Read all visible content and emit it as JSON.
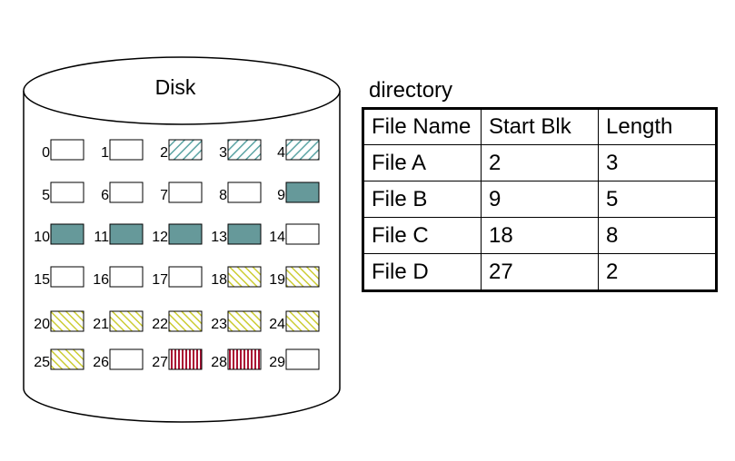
{
  "disk": {
    "label": "Disk",
    "blocks": [
      {
        "n": "0",
        "fill": "empty"
      },
      {
        "n": "1",
        "fill": "empty"
      },
      {
        "n": "2",
        "fill": "fileA"
      },
      {
        "n": "3",
        "fill": "fileA"
      },
      {
        "n": "4",
        "fill": "fileA"
      },
      {
        "n": "5",
        "fill": "empty"
      },
      {
        "n": "6",
        "fill": "empty"
      },
      {
        "n": "7",
        "fill": "empty"
      },
      {
        "n": "8",
        "fill": "empty"
      },
      {
        "n": "9",
        "fill": "fileB"
      },
      {
        "n": "10",
        "fill": "fileB"
      },
      {
        "n": "11",
        "fill": "fileB"
      },
      {
        "n": "12",
        "fill": "fileB"
      },
      {
        "n": "13",
        "fill": "fileB"
      },
      {
        "n": "14",
        "fill": "empty"
      },
      {
        "n": "15",
        "fill": "empty"
      },
      {
        "n": "16",
        "fill": "empty"
      },
      {
        "n": "17",
        "fill": "empty"
      },
      {
        "n": "18",
        "fill": "fileC"
      },
      {
        "n": "19",
        "fill": "fileC"
      },
      {
        "n": "20",
        "fill": "fileC"
      },
      {
        "n": "21",
        "fill": "fileC"
      },
      {
        "n": "22",
        "fill": "fileC"
      },
      {
        "n": "23",
        "fill": "fileC"
      },
      {
        "n": "24",
        "fill": "fileC"
      },
      {
        "n": "25",
        "fill": "fileC"
      },
      {
        "n": "26",
        "fill": "empty"
      },
      {
        "n": "27",
        "fill": "fileD"
      },
      {
        "n": "28",
        "fill": "fileD"
      },
      {
        "n": "29",
        "fill": "empty"
      }
    ]
  },
  "fills": {
    "fileA": {
      "style": "diagonal-hatch",
      "color": "#5ba3a3"
    },
    "fileB": {
      "style": "solid",
      "color": "#66999a"
    },
    "fileC": {
      "style": "diagonal-hatch",
      "color": "#cccc33"
    },
    "fileD": {
      "style": "vertical-stripes",
      "color": "#aa1133"
    }
  },
  "directory": {
    "title": "directory",
    "header": [
      "File Name",
      "Start Blk",
      "Length"
    ],
    "rows": [
      [
        "File A",
        "2",
        "3"
      ],
      [
        "File B",
        "9",
        "5"
      ],
      [
        "File C",
        "18",
        "8"
      ],
      [
        "File D",
        "27",
        "2"
      ]
    ]
  }
}
